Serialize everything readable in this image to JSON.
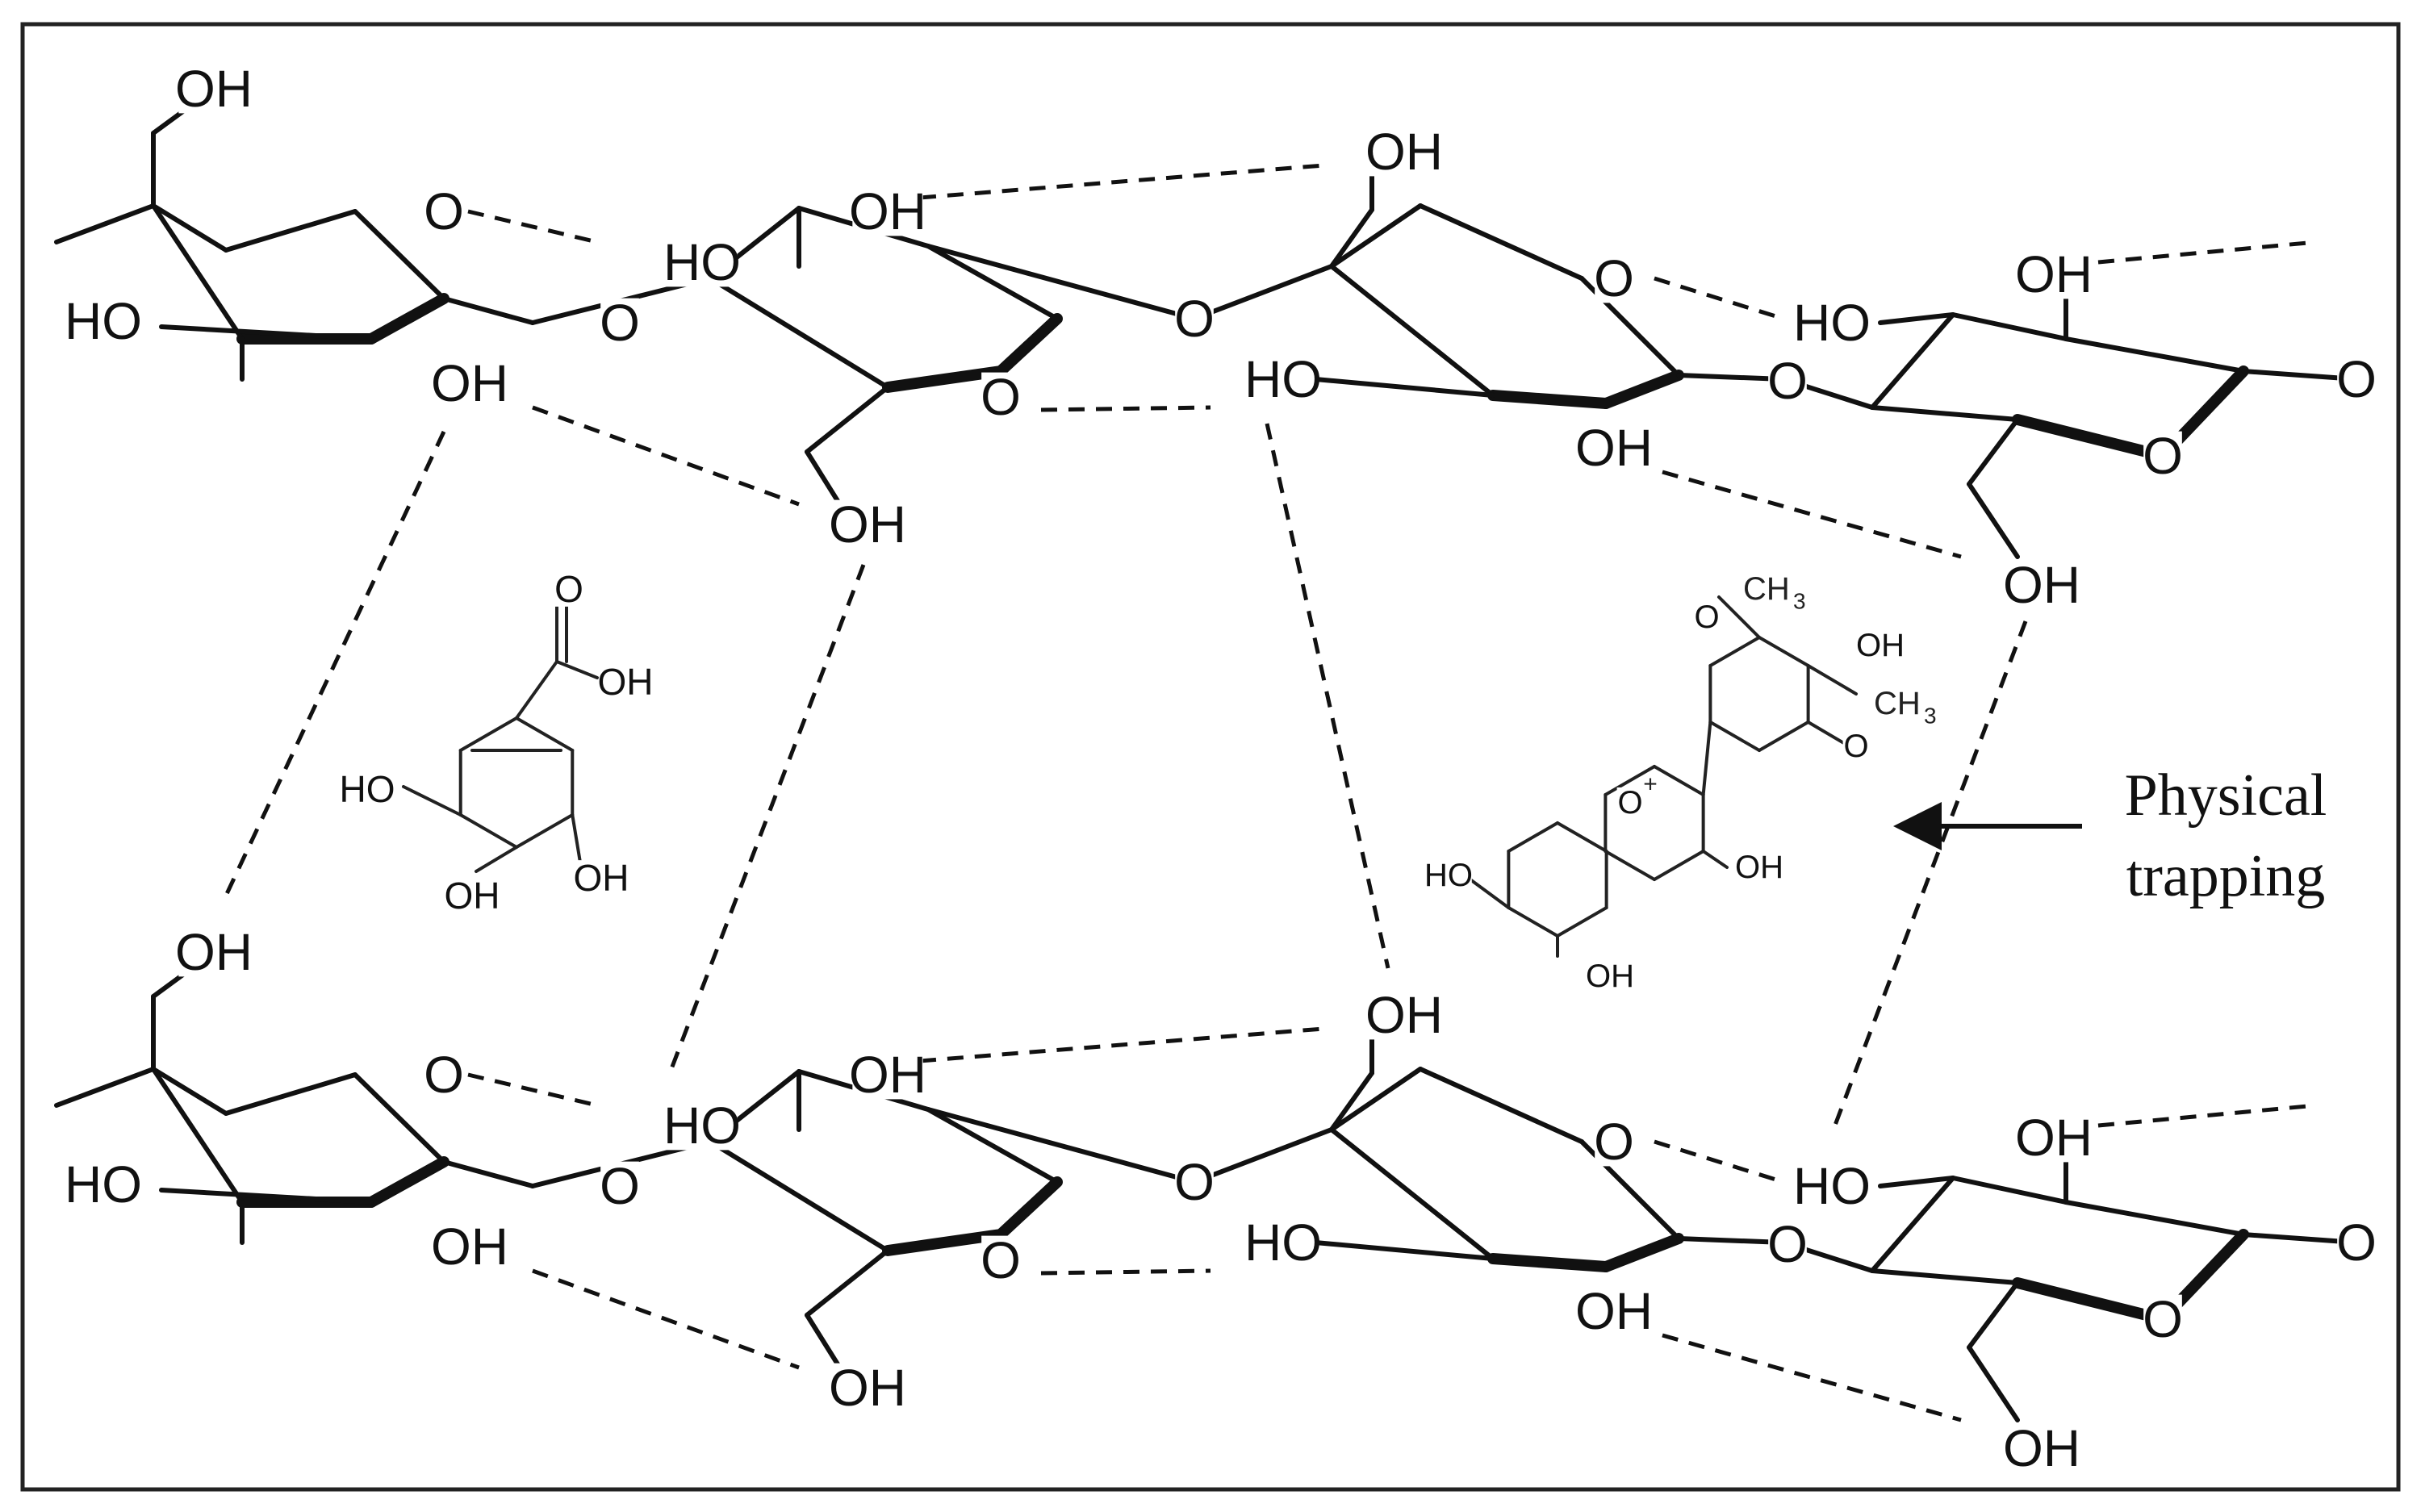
{
  "title": "",
  "labels": {
    "hydroxyl": "OH",
    "hydroxyl_left": "HO",
    "ring_oxygen": "O",
    "methyl": "CH",
    "methyl_sub": "3",
    "charge": "+"
  },
  "annotation": {
    "line1": "Physical",
    "line2": "trapping"
  },
  "colors": {
    "ink": "#111111",
    "border": "#222222"
  }
}
